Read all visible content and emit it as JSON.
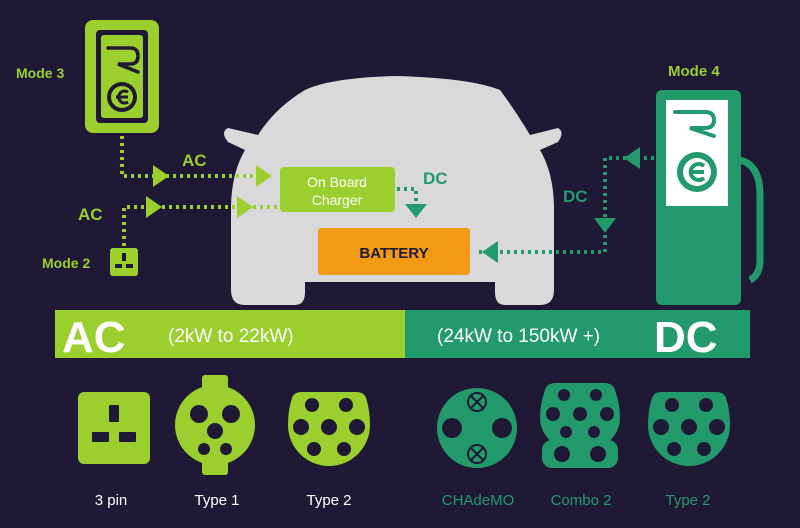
{
  "colors": {
    "background": "#1f1935",
    "ac_green": "#9bcf2e",
    "dc_green": "#229a6c",
    "car": "#d9d9d9",
    "battery": "#f29a13",
    "white": "#ffffff"
  },
  "modes": {
    "mode3": "Mode 3",
    "mode2": "Mode 2",
    "mode4": "Mode 4"
  },
  "flows": {
    "ac_top": "AC",
    "ac_left": "AC",
    "dc_onboard": "DC",
    "dc_right": "DC"
  },
  "car": {
    "onboard_charger_line1": "On Board",
    "onboard_charger_line2": "Charger",
    "battery": "BATTERY"
  },
  "banner": {
    "ac_big": "AC",
    "ac_range": "(2kW to 22kW)",
    "dc_range": "(24kW to 150kW +)",
    "dc_big": "DC"
  },
  "connectors": [
    {
      "label": "3 pin",
      "current": "AC",
      "icon": "3-pin-plug-icon"
    },
    {
      "label": "Type 1",
      "current": "AC",
      "icon": "type-1-connector-icon"
    },
    {
      "label": "Type 2",
      "current": "AC",
      "icon": "type-2-connector-icon"
    },
    {
      "label": "CHAdeMO",
      "current": "DC",
      "icon": "chademo-connector-icon"
    },
    {
      "label": "Combo 2",
      "current": "DC",
      "icon": "combo-2-connector-icon"
    },
    {
      "label": "Type 2",
      "current": "DC",
      "icon": "type-2-dc-connector-icon"
    }
  ]
}
